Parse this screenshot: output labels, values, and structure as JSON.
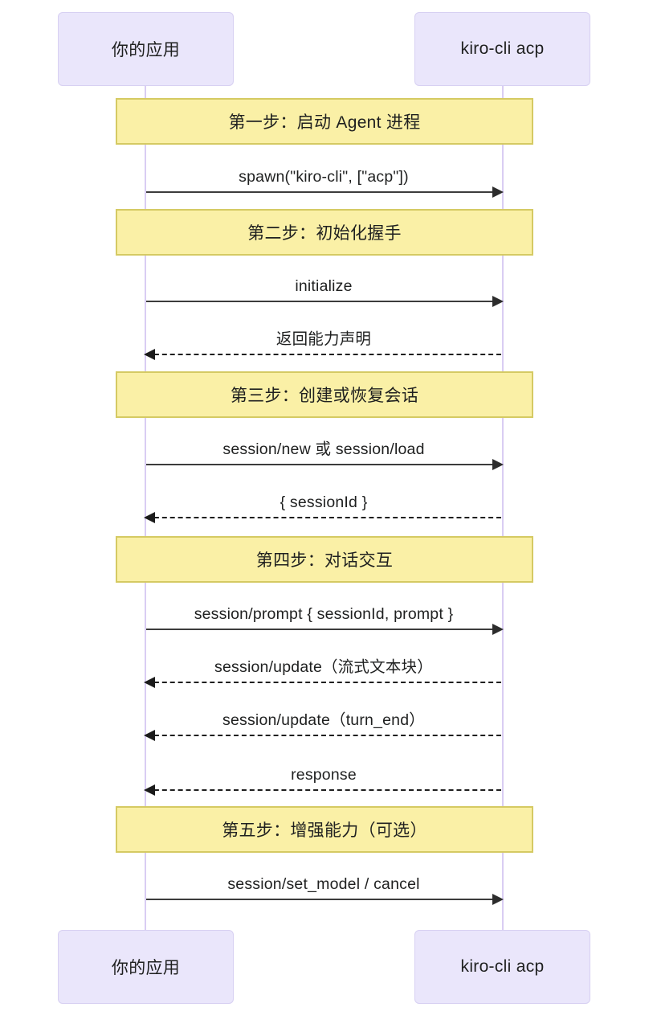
{
  "diagram": {
    "type": "sequence-diagram",
    "title": "",
    "background_color": "#ffffff",
    "participant_fill": "#eae6fb",
    "participant_border": "#d7d0f2",
    "note_fill": "#faf0a6",
    "note_border": "#d5ca63",
    "lifeline_color": "#d9cdf3",
    "arrow_color": "#2c2c2c",
    "text_color": "#1f2020"
  },
  "participants": [
    {
      "id": "client",
      "label": "你的应用"
    },
    {
      "id": "agent",
      "label": "kiro-cli acp"
    }
  ],
  "participants_bottom": [
    {
      "id": "client",
      "label": "你的应用"
    },
    {
      "id": "agent",
      "label": "kiro-cli acp"
    }
  ],
  "steps": [
    {
      "note": "第一步：启动 Agent 进程"
    },
    {
      "note": "第二步：初始化握手"
    },
    {
      "note": "第三步：创建或恢复会话"
    },
    {
      "note": "第四步：对话交互"
    },
    {
      "note": "第五步：增强能力（可选）"
    }
  ],
  "messages": [
    {
      "label": "spawn(\"kiro-cli\", [\"acp\"])",
      "from": "client",
      "to": "agent",
      "style": "solid",
      "direction": "right"
    },
    {
      "label": "initialize",
      "from": "client",
      "to": "agent",
      "style": "solid",
      "direction": "right"
    },
    {
      "label": "返回能力声明",
      "from": "agent",
      "to": "client",
      "style": "dashed",
      "direction": "left"
    },
    {
      "label": "session/new 或 session/load",
      "from": "client",
      "to": "agent",
      "style": "solid",
      "direction": "right"
    },
    {
      "label": "{ sessionId }",
      "from": "agent",
      "to": "client",
      "style": "dashed",
      "direction": "left"
    },
    {
      "label": "session/prompt { sessionId, prompt }",
      "from": "client",
      "to": "agent",
      "style": "solid",
      "direction": "right"
    },
    {
      "label": "session/update（流式文本块）",
      "from": "agent",
      "to": "client",
      "style": "dashed",
      "direction": "left"
    },
    {
      "label": "session/update（turn_end）",
      "from": "agent",
      "to": "client",
      "style": "dashed",
      "direction": "left"
    },
    {
      "label": "response",
      "from": "agent",
      "to": "client",
      "style": "dashed",
      "direction": "left"
    },
    {
      "label": "session/set_model / cancel",
      "from": "client",
      "to": "agent",
      "style": "solid",
      "direction": "right"
    }
  ]
}
